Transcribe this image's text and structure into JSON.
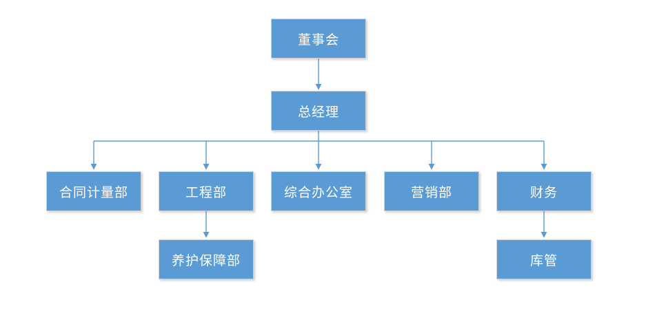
{
  "diagram": {
    "type": "org-chart",
    "background_color": "#ffffff",
    "node_fill_color": "#5b9bd5",
    "node_border_color": "#d2d2d2",
    "node_text_color": "#ffffff",
    "connector_color": "#5b9bd5",
    "nodes": [
      {
        "id": "board",
        "label": "董事会",
        "level": 1,
        "parent": null
      },
      {
        "id": "gm",
        "label": "总经理",
        "level": 2,
        "parent": "board"
      },
      {
        "id": "contract",
        "label": "合同计量部",
        "level": 3,
        "parent": "gm"
      },
      {
        "id": "engineering",
        "label": "工程部",
        "level": 3,
        "parent": "gm"
      },
      {
        "id": "office",
        "label": "综合办公室",
        "level": 3,
        "parent": "gm"
      },
      {
        "id": "marketing",
        "label": "营销部",
        "level": 3,
        "parent": "gm"
      },
      {
        "id": "finance",
        "label": "财务",
        "level": 3,
        "parent": "gm"
      },
      {
        "id": "maintenance",
        "label": "养护保障部",
        "level": 4,
        "parent": "engineering"
      },
      {
        "id": "warehouse",
        "label": "库管",
        "level": 4,
        "parent": "finance"
      }
    ]
  }
}
